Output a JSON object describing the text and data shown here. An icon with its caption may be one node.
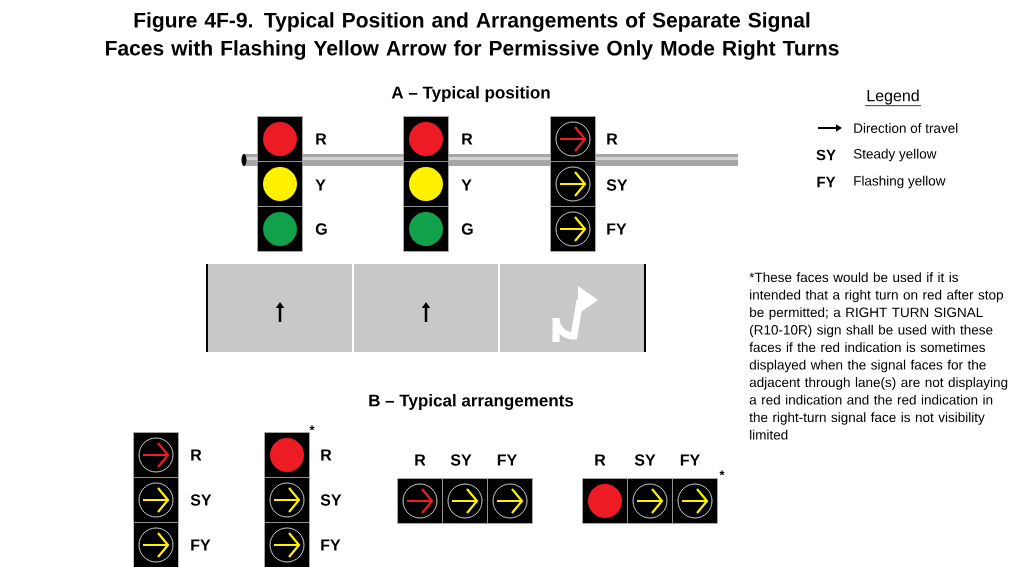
{
  "diagram": {
    "title": "Figure 4F-9.  Typical Position and Arrangements of Separate Signal Faces with Flashing Yellow Arrow for Permissive Only Mode Right Turns",
    "labels": [
      "A – Typical position",
      "Legend",
      "SY",
      "FY",
      "R",
      "Y",
      "G",
      "R",
      "Y",
      "G",
      "R",
      "SY",
      "FY",
      "*These faces would be used if it is intended that a right turn on red after stop be permitted; a RIGHT TURN SIGNAL (R10-10R) sign shall be used with these faces if the red indication is sometimes displayed when the signal faces for the adjacent through lane(s) are not displaying a red indication and the red indication in the right-turn signal face is not visibility limited",
      "B – Typical arrangements",
      "*",
      "R",
      "SY",
      "FY",
      "R",
      "SY",
      "FY",
      "R",
      "SY",
      "FY",
      "R",
      "SY",
      "FY",
      "*"
    ],
    "legend": [
      {
        "text": "Direction of travel"
      },
      {
        "text": "Steady yellow"
      },
      {
        "text": "Flashing yellow"
      }
    ]
  }
}
